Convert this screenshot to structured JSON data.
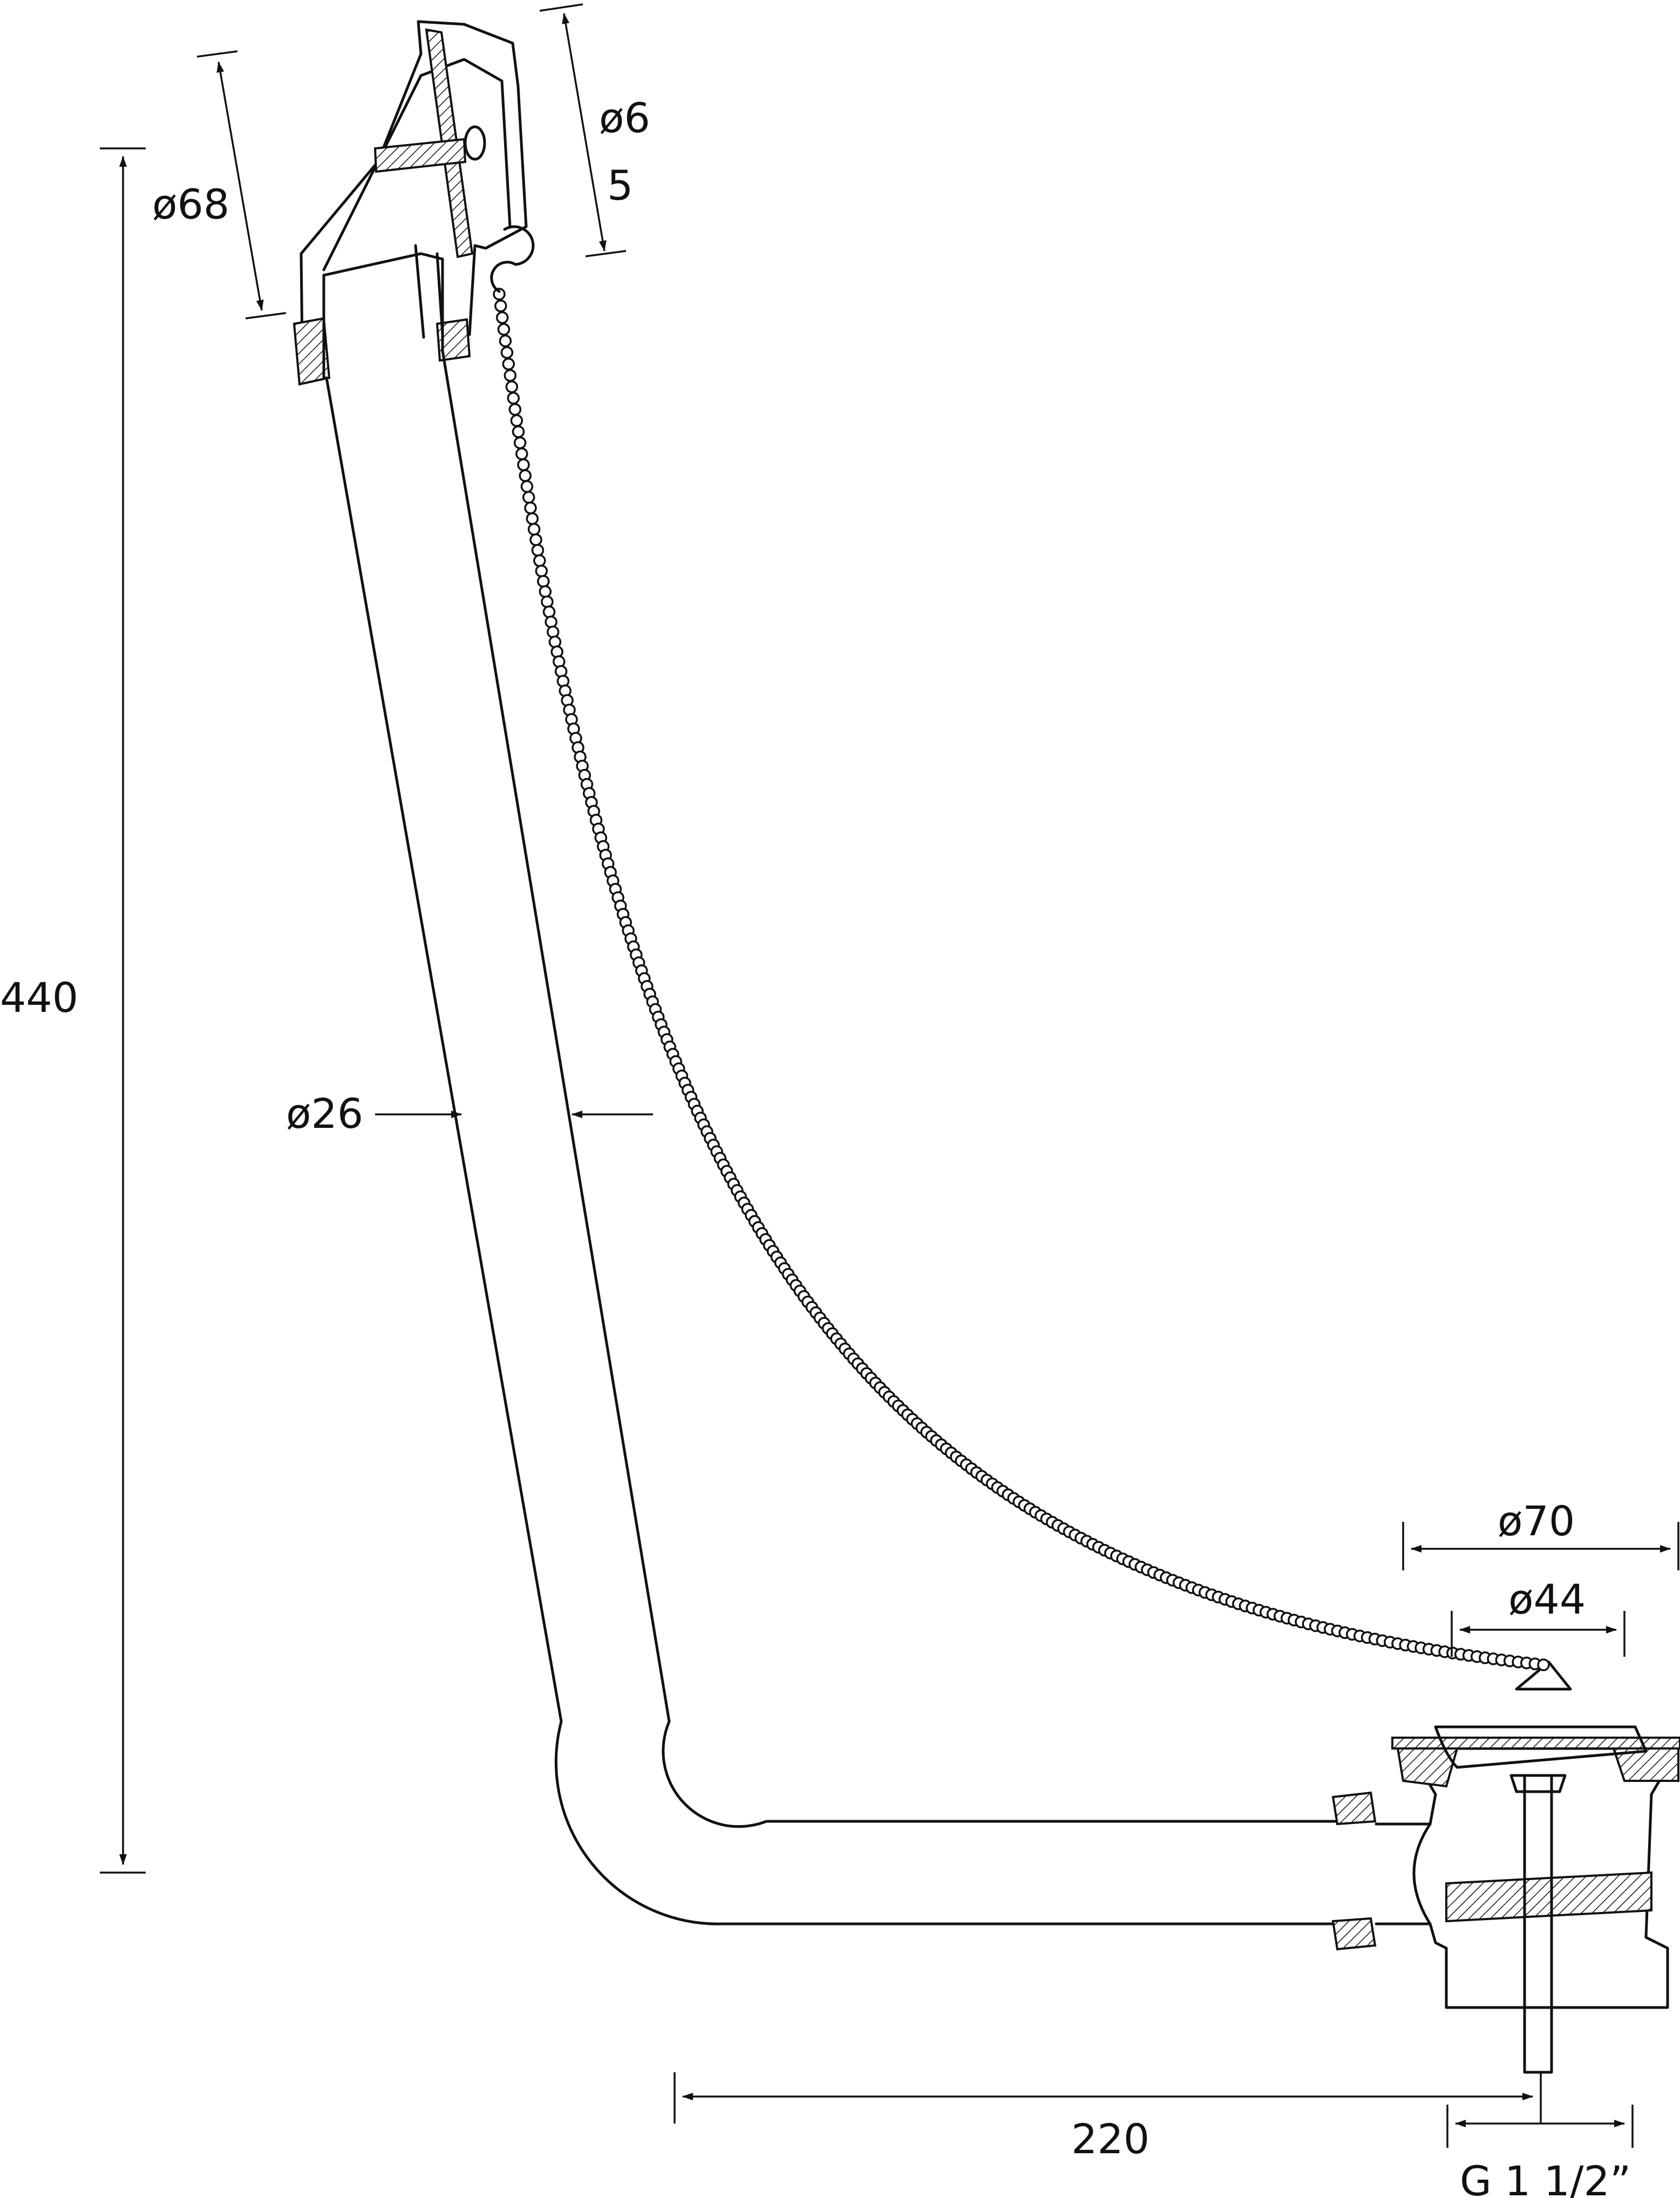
{
  "dimensions": {
    "height_total": "440",
    "overflow_diameter": "ø68",
    "chain_pin": "ø6",
    "chain_pin_extra": "5",
    "pipe_diameter": "ø26",
    "waste_outer_diameter": "ø70",
    "waste_plug_diameter": "ø44",
    "horizontal_length": "220",
    "thread": "G 1 1/2”"
  }
}
